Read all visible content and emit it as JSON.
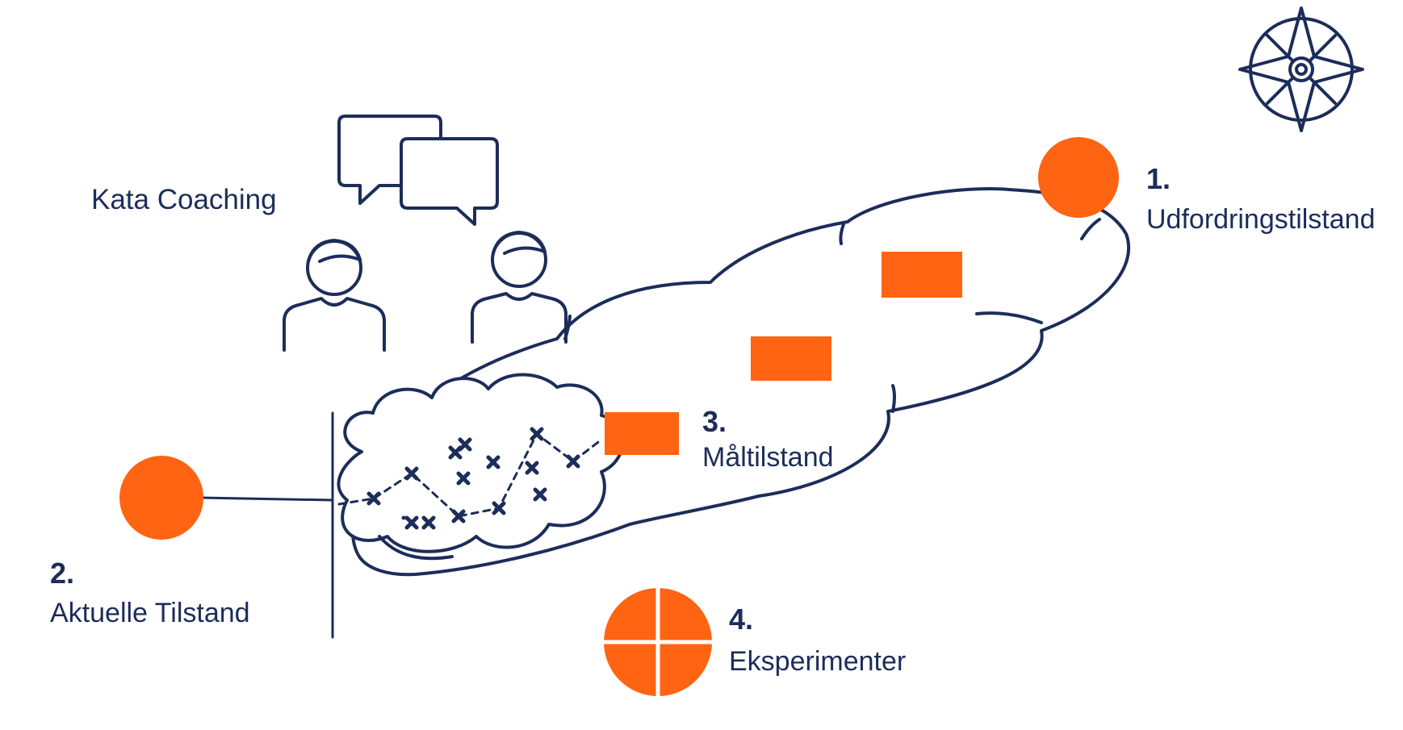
{
  "colors": {
    "navy": "#1c2d5a",
    "orange": "#ff6412",
    "background": "#ffffff"
  },
  "title": "Kata Coaching",
  "steps": [
    {
      "number": "1.",
      "label": "Udfordringstilstand"
    },
    {
      "number": "2.",
      "label": "Aktuelle Tilstand"
    },
    {
      "number": "3.",
      "label": "Måltilstand"
    },
    {
      "number": "4.",
      "label": "Eksperimenter"
    }
  ],
  "icons": [
    "compass-icon",
    "speech-bubbles-icon",
    "coach-person-icon",
    "learner-person-icon",
    "pie-chart-icon"
  ]
}
